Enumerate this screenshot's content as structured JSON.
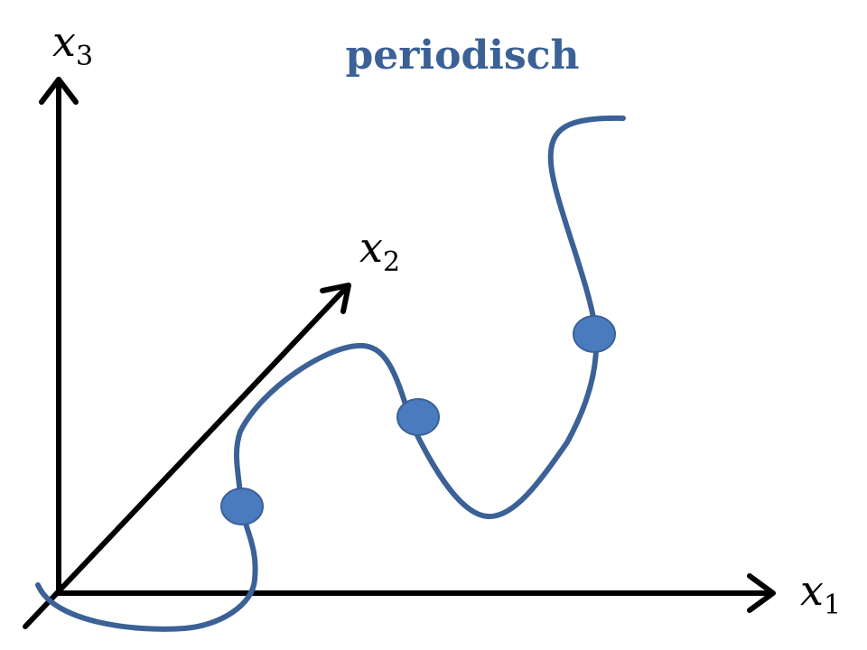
{
  "title": "periodisch",
  "axes": {
    "x1": {
      "base": "x",
      "sub": "1"
    },
    "x2": {
      "base": "x",
      "sub": "2"
    },
    "x3": {
      "base": "x",
      "sub": "3"
    }
  },
  "colors": {
    "curve": "#3b6196",
    "point_fill": "#4b7bbf",
    "point_stroke": "#3b6196",
    "title": "#3b6196",
    "axis": "#000000"
  },
  "points_count": 3
}
